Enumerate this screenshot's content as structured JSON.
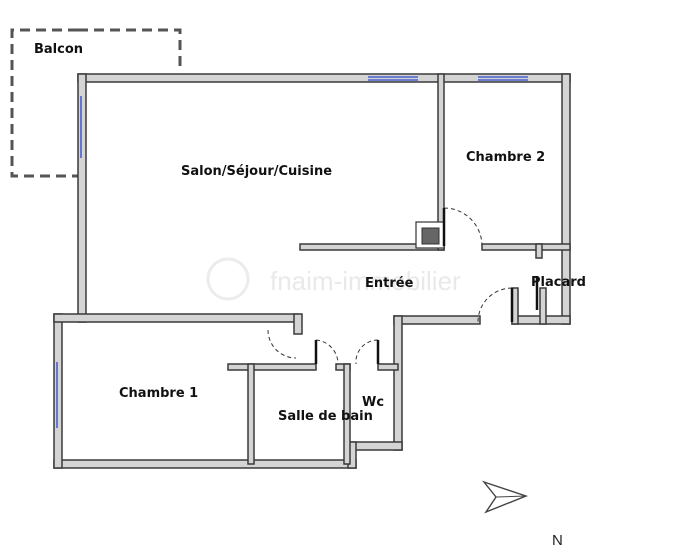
{
  "rooms": {
    "balcon": "Balcon",
    "salon": "Salon/Séjour/Cuisine",
    "chambre2": "Chambre 2",
    "entree": "Entrée",
    "placard": "Placard",
    "chambre1": "Chambre 1",
    "sdb": "Salle de bain",
    "wc": "Wc"
  },
  "compass": {
    "label": "N"
  },
  "watermark": {
    "text": "fnaim-immobilier"
  },
  "colors": {
    "wall": "#d4d4d4",
    "wall_outline": "#3a3a3a",
    "window": "#4a5fd0",
    "duct": "#666666"
  }
}
